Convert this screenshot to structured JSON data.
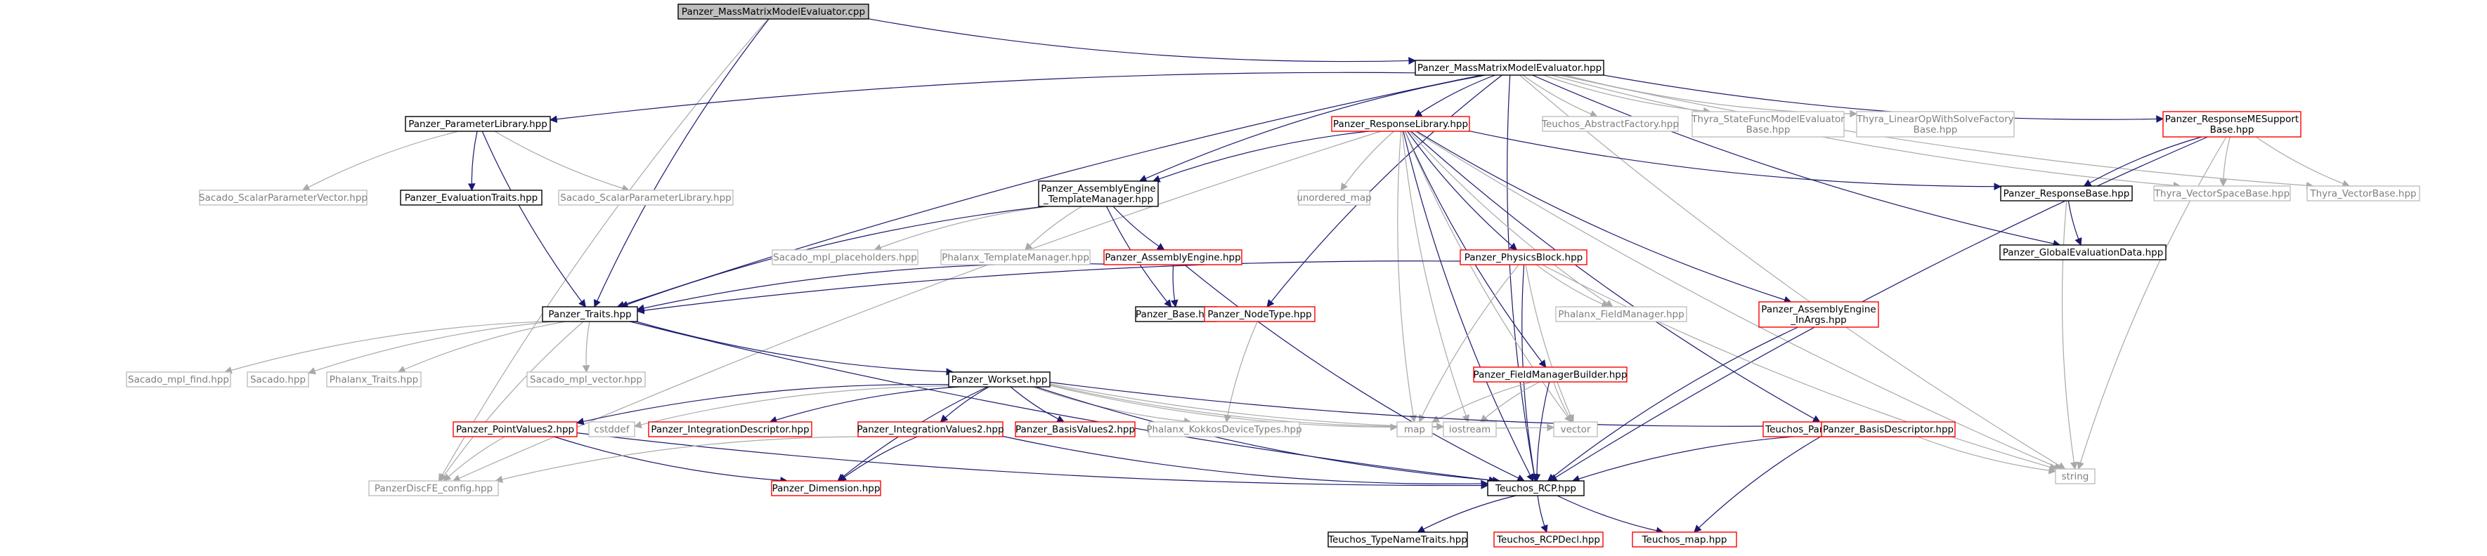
{
  "page_title": "",
  "colors": {
    "background": "#ffffff",
    "node_black_border": "#000000",
    "node_red_border": "#ff0000",
    "node_gray_border": "#bfbfbf",
    "node_root_fill": "#bfbfbf",
    "text_black": "#000000",
    "text_gray": "#7f7f7f",
    "edge_navy": "#191970",
    "edge_gray": "#a9a9a9"
  },
  "nodes": [
    {
      "id": "root",
      "label": "Panzer_MassMatrixModelEvaluator.cpp",
      "style": "root"
    },
    {
      "id": "mmme",
      "label": "Panzer_MassMatrixModelEvaluator.hpp",
      "style": "black"
    },
    {
      "id": "paramlib",
      "label": "Panzer_ParameterLibrary.hpp",
      "style": "black"
    },
    {
      "id": "resplib",
      "label": "Panzer_ResponseLibrary.hpp",
      "style": "red"
    },
    {
      "id": "absfact",
      "label": "Teuchos_AbstractFactory.hpp",
      "style": "gray"
    },
    {
      "id": "thyrastate",
      "label": [
        "Thyra_StateFuncModelEvaluator",
        "Base.hpp"
      ],
      "style": "gray"
    },
    {
      "id": "thyralinop",
      "label": [
        "Thyra_LinearOpWithSolveFactory",
        "Base.hpp"
      ],
      "style": "gray"
    },
    {
      "id": "respme",
      "label": [
        "Panzer_ResponseMESupport",
        "Base.hpp"
      ],
      "style": "red"
    },
    {
      "id": "sacsvec",
      "label": "Sacado_ScalarParameterVector.hpp",
      "style": "gray"
    },
    {
      "id": "evaltraits",
      "label": "Panzer_EvaluationTraits.hpp",
      "style": "black"
    },
    {
      "id": "sacslib",
      "label": "Sacado_ScalarParameterLibrary.hpp",
      "style": "gray"
    },
    {
      "id": "aetm",
      "label": [
        "Panzer_AssemblyEngine",
        "_TemplateManager.hpp"
      ],
      "style": "black"
    },
    {
      "id": "umap",
      "label": "unordered_map",
      "style": "gray"
    },
    {
      "id": "respbase",
      "label": "Panzer_ResponseBase.hpp",
      "style": "black"
    },
    {
      "id": "thyravsb",
      "label": "Thyra_VectorSpaceBase.hpp",
      "style": "gray"
    },
    {
      "id": "thyravb",
      "label": "Thyra_VectorBase.hpp",
      "style": "gray"
    },
    {
      "id": "globeval",
      "label": "Panzer_GlobalEvaluationData.hpp",
      "style": "black"
    },
    {
      "id": "mplph",
      "label": "Sacado_mpl_placeholders.hpp",
      "style": "gray"
    },
    {
      "id": "phtm",
      "label": "Phalanx_TemplateManager.hpp",
      "style": "gray"
    },
    {
      "id": "ae",
      "label": "Panzer_AssemblyEngine.hpp",
      "style": "red"
    },
    {
      "id": "pb",
      "label": "Panzer_PhysicsBlock.hpp",
      "style": "red"
    },
    {
      "id": "traits",
      "label": "Panzer_Traits.hpp",
      "style": "black"
    },
    {
      "id": "base",
      "label": "Panzer_Base.hpp",
      "style": "black"
    },
    {
      "id": "nodetype",
      "label": "Panzer_NodeType.hpp",
      "style": "red"
    },
    {
      "id": "phfm",
      "label": "Phalanx_FieldManager.hpp",
      "style": "gray"
    },
    {
      "id": "aeinargs",
      "label": [
        "Panzer_AssemblyEngine",
        "_InArgs.hpp"
      ],
      "style": "red"
    },
    {
      "id": "mplfind",
      "label": "Sacado_mpl_find.hpp",
      "style": "gray"
    },
    {
      "id": "sacado",
      "label": "Sacado.hpp",
      "style": "gray"
    },
    {
      "id": "phtraits",
      "label": "Phalanx_Traits.hpp",
      "style": "gray"
    },
    {
      "id": "mplvec",
      "label": "Sacado_mpl_vector.hpp",
      "style": "gray"
    },
    {
      "id": "fmb",
      "label": "Panzer_FieldManagerBuilder.hpp",
      "style": "red"
    },
    {
      "id": "workset",
      "label": "Panzer_Workset.hpp",
      "style": "black"
    },
    {
      "id": "pv2",
      "label": "Panzer_PointValues2.hpp",
      "style": "red"
    },
    {
      "id": "cstddef",
      "label": "cstddef",
      "style": "gray"
    },
    {
      "id": "intdesc",
      "label": "Panzer_IntegrationDescriptor.hpp",
      "style": "red"
    },
    {
      "id": "iv2",
      "label": "Panzer_IntegrationValues2.hpp",
      "style": "red"
    },
    {
      "id": "bv2",
      "label": "Panzer_BasisValues2.hpp",
      "style": "red"
    },
    {
      "id": "kokkos",
      "label": "Phalanx_KokkosDeviceTypes.hpp",
      "style": "gray"
    },
    {
      "id": "map",
      "label": "map",
      "style": "gray"
    },
    {
      "id": "iostream",
      "label": "iostream",
      "style": "gray"
    },
    {
      "id": "vector",
      "label": "vector",
      "style": "gray"
    },
    {
      "id": "tpl",
      "label": "Teuchos_ParameterList.hpp",
      "style": "red"
    },
    {
      "id": "basisdesc",
      "label": "Panzer_BasisDescriptor.hpp",
      "style": "red"
    },
    {
      "id": "string",
      "label": "string",
      "style": "gray"
    },
    {
      "id": "discfe",
      "label": "PanzerDiscFE_config.hpp",
      "style": "gray"
    },
    {
      "id": "dim",
      "label": "Panzer_Dimension.hpp",
      "style": "red"
    },
    {
      "id": "rcp",
      "label": "Teuchos_RCP.hpp",
      "style": "black"
    },
    {
      "id": "tnt",
      "label": "Teuchos_TypeNameTraits.hpp",
      "style": "black"
    },
    {
      "id": "rcpdecl",
      "label": "Teuchos_RCPDecl.hpp",
      "style": "red"
    },
    {
      "id": "tmap",
      "label": "Teuchos_map.hpp",
      "style": "red"
    }
  ],
  "edges": [
    [
      "root",
      "mmme"
    ],
    [
      "root",
      "traits"
    ],
    [
      "root",
      "discfe"
    ],
    [
      "mmme",
      "paramlib"
    ],
    [
      "mmme",
      "resplib"
    ],
    [
      "mmme",
      "absfact"
    ],
    [
      "mmme",
      "thyrastate"
    ],
    [
      "mmme",
      "thyralinop"
    ],
    [
      "mmme",
      "respme"
    ],
    [
      "mmme",
      "aetm"
    ],
    [
      "mmme",
      "traits"
    ],
    [
      "mmme",
      "nodetype"
    ],
    [
      "mmme",
      "thyravsb"
    ],
    [
      "mmme",
      "thyravb"
    ],
    [
      "mmme",
      "globeval"
    ],
    [
      "mmme",
      "rcp"
    ],
    [
      "mmme",
      "string"
    ],
    [
      "paramlib",
      "sacsvec"
    ],
    [
      "paramlib",
      "evaltraits"
    ],
    [
      "paramlib",
      "sacslib"
    ],
    [
      "paramlib",
      "traits"
    ],
    [
      "resplib",
      "aetm"
    ],
    [
      "resplib",
      "umap"
    ],
    [
      "resplib",
      "respbase"
    ],
    [
      "resplib",
      "pb"
    ],
    [
      "resplib",
      "phfm"
    ],
    [
      "resplib",
      "aeinargs"
    ],
    [
      "resplib",
      "fmb"
    ],
    [
      "resplib",
      "map"
    ],
    [
      "resplib",
      "iostream"
    ],
    [
      "resplib",
      "vector"
    ],
    [
      "resplib",
      "tpl"
    ],
    [
      "resplib",
      "string"
    ],
    [
      "resplib",
      "discfe"
    ],
    [
      "resplib",
      "rcp"
    ],
    [
      "respme",
      "respbase"
    ],
    [
      "respme",
      "thyravsb"
    ],
    [
      "respme",
      "thyravb"
    ],
    [
      "respme",
      "rcp"
    ],
    [
      "respme",
      "string"
    ],
    [
      "respbase",
      "globeval"
    ],
    [
      "respbase",
      "string"
    ],
    [
      "aetm",
      "mplph"
    ],
    [
      "aetm",
      "phtm"
    ],
    [
      "aetm",
      "ae"
    ],
    [
      "aetm",
      "traits"
    ],
    [
      "aetm",
      "base"
    ],
    [
      "ae",
      "traits"
    ],
    [
      "ae",
      "base"
    ],
    [
      "ae",
      "rcp"
    ],
    [
      "nodetype",
      "kokkos"
    ],
    [
      "pb",
      "traits"
    ],
    [
      "pb",
      "phfm"
    ],
    [
      "pb",
      "map"
    ],
    [
      "pb",
      "vector"
    ],
    [
      "pb",
      "string"
    ],
    [
      "pb",
      "rcp"
    ],
    [
      "aeinargs",
      "rcp"
    ],
    [
      "traits",
      "mplfind"
    ],
    [
      "traits",
      "sacado"
    ],
    [
      "traits",
      "phtraits"
    ],
    [
      "traits",
      "mplvec"
    ],
    [
      "traits",
      "workset"
    ],
    [
      "traits",
      "discfe"
    ],
    [
      "traits",
      "rcp"
    ],
    [
      "fmb",
      "map"
    ],
    [
      "fmb",
      "iostream"
    ],
    [
      "fmb",
      "vector"
    ],
    [
      "fmb",
      "rcp"
    ],
    [
      "workset",
      "pv2"
    ],
    [
      "workset",
      "cstddef"
    ],
    [
      "workset",
      "intdesc"
    ],
    [
      "workset",
      "iv2"
    ],
    [
      "workset",
      "bv2"
    ],
    [
      "workset",
      "kokkos"
    ],
    [
      "workset",
      "map"
    ],
    [
      "workset",
      "iostream"
    ],
    [
      "workset",
      "vector"
    ],
    [
      "workset",
      "basisdesc"
    ],
    [
      "workset",
      "dim"
    ],
    [
      "workset",
      "rcp"
    ],
    [
      "pv2",
      "discfe"
    ],
    [
      "pv2",
      "dim"
    ],
    [
      "pv2",
      "rcp"
    ],
    [
      "iv2",
      "discfe"
    ],
    [
      "iv2",
      "dim"
    ],
    [
      "iv2",
      "rcp"
    ],
    [
      "tpl",
      "rcp"
    ],
    [
      "tpl",
      "tmap"
    ],
    [
      "basisdesc",
      "string"
    ],
    [
      "rcp",
      "tnt"
    ],
    [
      "rcp",
      "rcpdecl"
    ],
    [
      "rcp",
      "tmap"
    ]
  ]
}
